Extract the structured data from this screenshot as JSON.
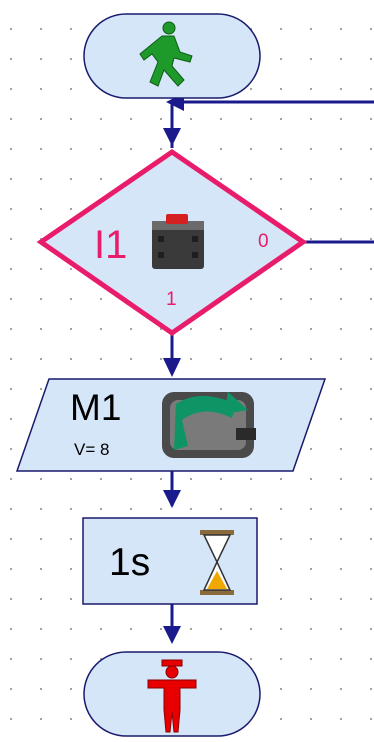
{
  "flowchart": {
    "start_block": {
      "icon": "green-walking-man-icon"
    },
    "input_block": {
      "port": "I1",
      "branch_right": "0",
      "branch_down": "1",
      "icon": "push-button-switch-icon"
    },
    "motor_block": {
      "port": "M1",
      "speed": "V= 8",
      "icon": "motor-with-rotation-arrow-icon"
    },
    "delay_block": {
      "duration": "1s",
      "icon": "hourglass-icon"
    },
    "stop_block": {
      "icon": "red-standing-man-icon"
    }
  },
  "colors": {
    "block_fill": "#d4e6f8",
    "block_border": "#1a1a6e",
    "connector": "#1a1a8c",
    "branch_red": "#e81c6a",
    "start_green": "#1e9a2a",
    "stop_red": "#e80000",
    "motor_green": "#0f9466",
    "hourglass_sand": "#f0a800"
  }
}
